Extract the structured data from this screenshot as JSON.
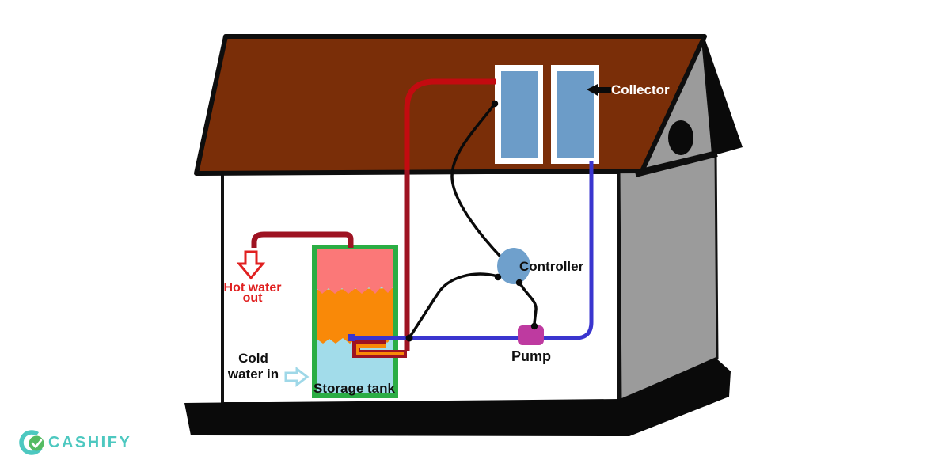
{
  "labels": {
    "collector": "Collector",
    "controller": "Controller",
    "pump": "Pump",
    "hot_water_out": "Hot water out",
    "cold_water_in": "Cold water in",
    "storage_tank": "Storage tank"
  },
  "logo": {
    "brand": "CASHIFY"
  },
  "colors": {
    "roof_brown": "#7A2E08",
    "wall_gray": "#9B9B9B",
    "panel_blue": "#6C9CC8",
    "pipe_hot_red_roof": "#C30B10",
    "pipe_hot_red_dark": "#9E1322",
    "pipe_cold_blue": "#3A35CF",
    "coil_core_orange": "#F98908",
    "controller_blue": "#6FA0CC",
    "pump_magenta": "#BE3AA0",
    "tank_border_green": "#2BAD44",
    "tank_hot_pink": "#FB7878",
    "tank_warm_orange": "#F98908",
    "tank_cold_cyan": "#A2DCEA",
    "hot_label_red": "#E02020",
    "cold_arrow_cyan": "#9FD8E8",
    "logo_teal": "#4DC8C0",
    "logo_green": "#55BB63",
    "outline_black": "#0E0E0E"
  }
}
